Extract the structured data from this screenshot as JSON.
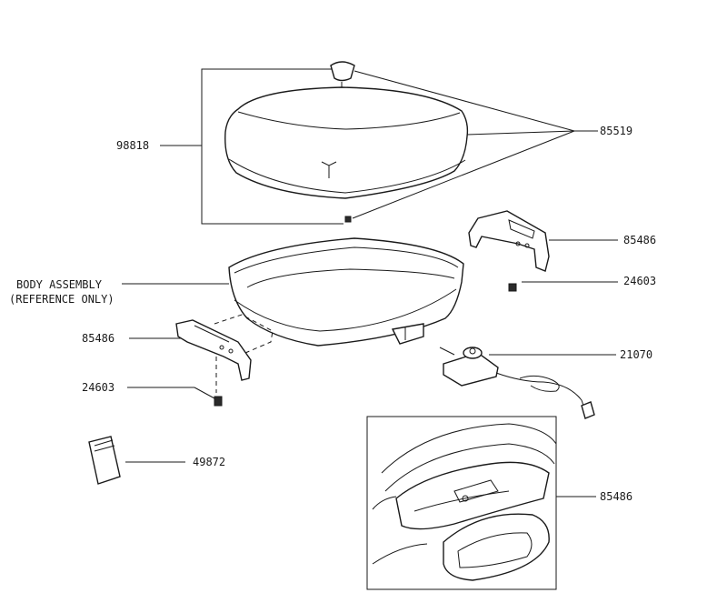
{
  "labels": {
    "cover_assembly": "98818",
    "cover_knob": "85519",
    "leg_right": "85486",
    "screw_right": "24603",
    "body_assembly_line1": "BODY ASSEMBLY",
    "body_assembly_line2": "(REFERENCE ONLY)",
    "leg_left": "85486",
    "screw_left": "24603",
    "control": "21070",
    "booklet": "49872",
    "detail_leg": "85486"
  },
  "colors": {
    "ink": "#1a1a1a",
    "paper": "#ffffff"
  }
}
